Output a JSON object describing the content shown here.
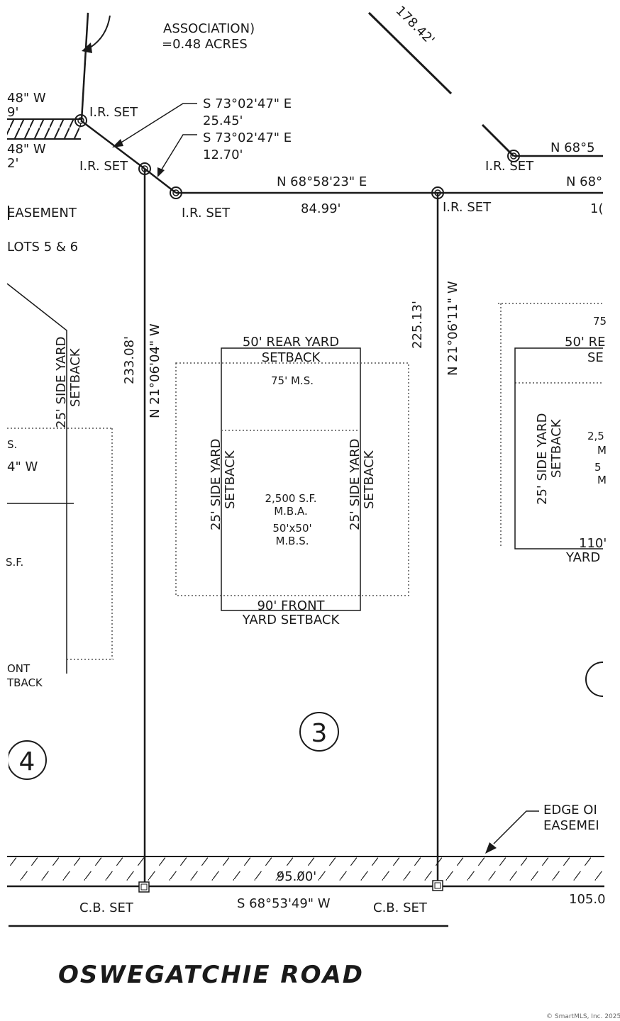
{
  "colors": {
    "ink": "#1a1a1a",
    "paper": "#ffffff",
    "copyright": "#666666"
  },
  "top": {
    "association": "ASSOCIATION)",
    "acres": "=0.48 ACRES",
    "diag_dist": "178.42'",
    "edge_bearing1": "48\" W",
    "edge_dist1": "9'",
    "edge_bearing2": "48\" W",
    "edge_dist2": "2'"
  },
  "callouts": {
    "c1_bearing": "S 73°02'47\" E",
    "c1_dist": "25.45'",
    "c2_bearing": "S 73°02'47\" E",
    "c2_dist": "12.70'"
  },
  "markers": {
    "ir_set": "I.R. SET",
    "cb_set": "C.B. SET"
  },
  "rear_line": {
    "bearing": "N 68°58'23\" E",
    "dist": "84.99'",
    "right_bearing": "N 68°5",
    "right_bearing2": "N 68°",
    "right_dist": "1("
  },
  "left_labels": {
    "easement": "EASEMENT",
    "lots": "LOTS 5 & 6",
    "s": "S.",
    "w4": "4\" W",
    "sf": "S.F.",
    "ont": "ONT",
    "tback": "TBACK"
  },
  "lot3": {
    "number": "3",
    "left_bearing": "N 21°06'04\" W",
    "left_dist": "233.08'",
    "right_bearing": "N 21°06'11\" W",
    "right_dist": "225.13'",
    "front_bearing": "S 68°53'49\" W",
    "front_dist": "95.00'",
    "right_front_dist": "105.0"
  },
  "envelope": {
    "rear_l1": "50' REAR YARD",
    "rear_l2": "SETBACK",
    "ms": "75' M.S.",
    "side_l1": "25' SIDE YARD",
    "side_l2": "SETBACK",
    "mba_l1": "2,500 S.F.",
    "mba_l2": "M.B.A.",
    "mbs_l1": "50'x50'",
    "mbs_l2": "M.B.S.",
    "front_l1": "90' FRONT",
    "front_l2": "YARD SETBACK"
  },
  "lot4": {
    "number": "4"
  },
  "right_lot": {
    "n75": "75",
    "rear": "50' RE",
    "se": "SE",
    "side_l1": "25' SIDE YARD",
    "side_l2": "SETBACK",
    "sf": "2,5",
    "m1": "M",
    "n5": "5",
    "m2": "M",
    "n110": "110'",
    "yard": "YARD"
  },
  "easement_edge": {
    "l1": "EDGE OI",
    "l2": "EASEMEI"
  },
  "road": "OSWEGATCHIE ROAD",
  "copyright": "© SmartMLS, Inc. 2025"
}
